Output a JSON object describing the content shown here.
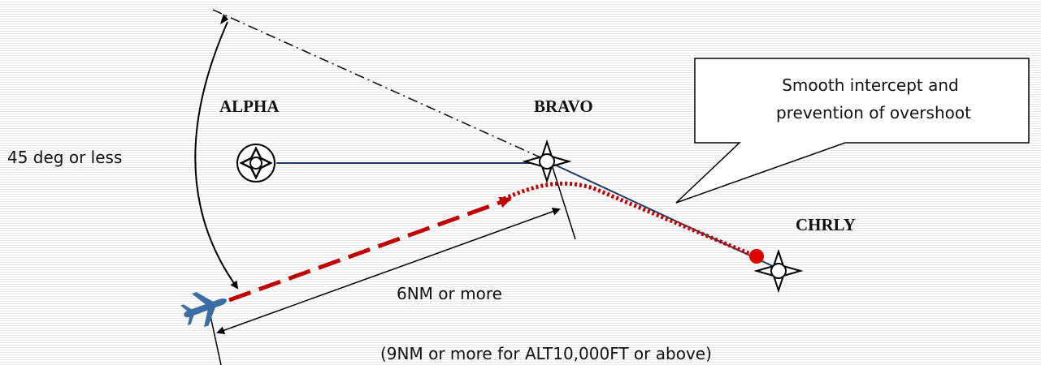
{
  "waypoints": {
    "alpha": "ALPHA",
    "bravo": "BRAVO",
    "chrly": "CHRLY"
  },
  "angle_label": "45 deg or less",
  "distance_label": "6NM or more",
  "distance_note": "(9NM or more for ALT10,000FT or above)",
  "callout": {
    "line1": "Smooth intercept and",
    "line2": "prevention of overshoot"
  },
  "colors": {
    "course_line": "#1f3864",
    "intercept_path": "#c00000",
    "aircraft": "#3b6ea5",
    "outline": "#000000"
  }
}
